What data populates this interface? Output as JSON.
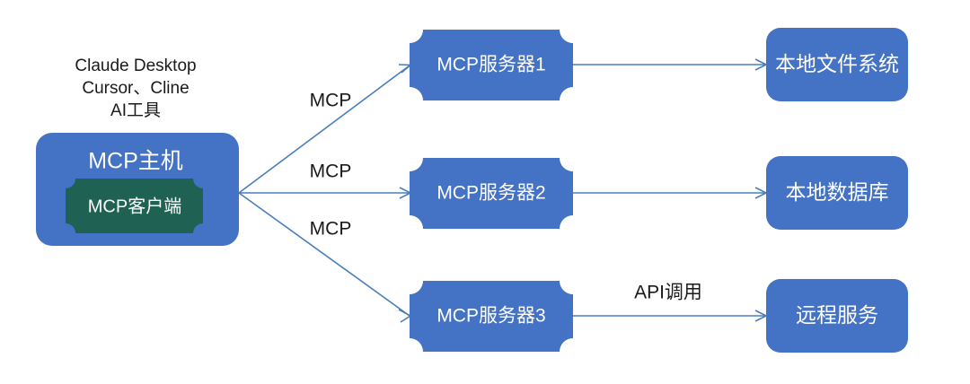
{
  "diagram": {
    "title": "MCP Architecture Diagram",
    "colors": {
      "box_blue": "#4472C4",
      "box_green": "#1F6254",
      "connector": "#4A7EBB",
      "text_light": "#FFFFFF",
      "text_dark": "#1A1A1A",
      "background": "#FFFFFF"
    },
    "host": {
      "caption_lines": [
        "Claude Desktop",
        "Cursor、Cline",
        "AI工具"
      ],
      "title": "MCP主机",
      "client_label": "MCP客户端"
    },
    "servers": [
      {
        "label": "MCP服务器1"
      },
      {
        "label": "MCP服务器2"
      },
      {
        "label": "MCP服务器3"
      }
    ],
    "resources": [
      {
        "label": "本地文件系统"
      },
      {
        "label": "本地数据库"
      },
      {
        "label": "远程服务"
      }
    ],
    "edges": {
      "host_to_servers": [
        {
          "label": "MCP"
        },
        {
          "label": "MCP"
        },
        {
          "label": "MCP"
        }
      ],
      "servers_to_resources": [
        {
          "label": ""
        },
        {
          "label": ""
        },
        {
          "label": "API调用"
        }
      ]
    }
  }
}
